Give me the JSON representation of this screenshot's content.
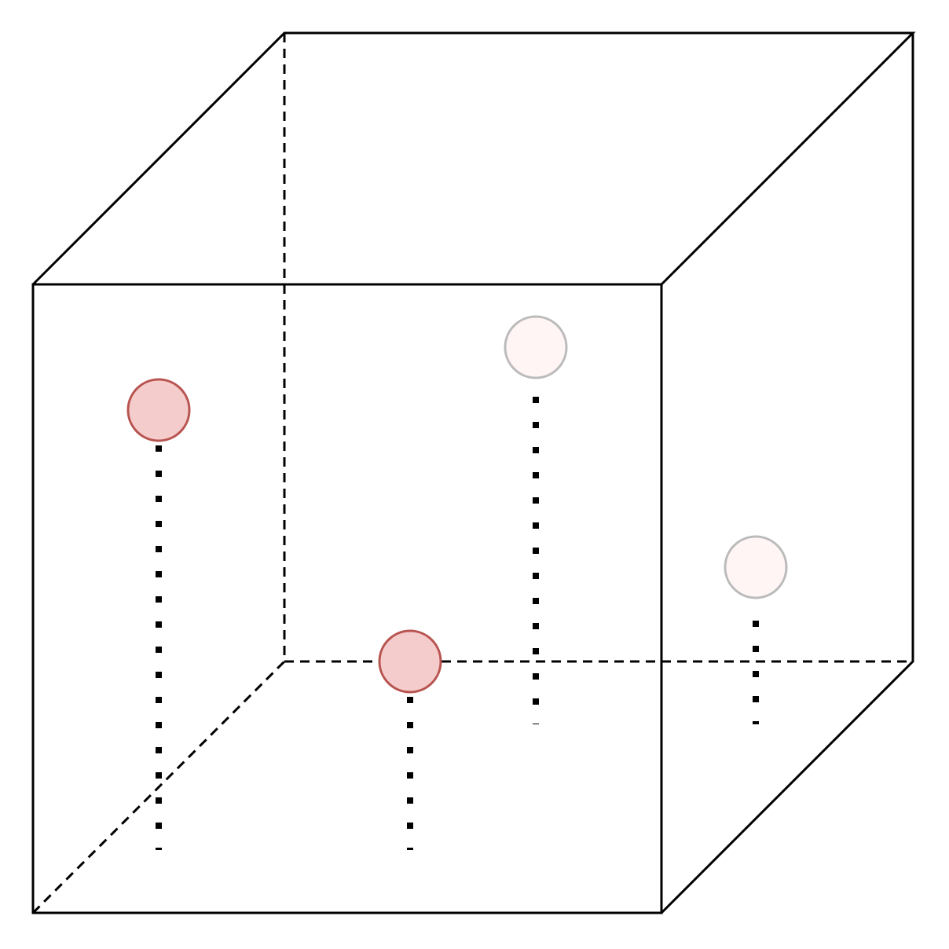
{
  "diagram": {
    "kind": "cube-with-points",
    "edge_color": "#000000",
    "points": [
      {
        "id": "front-left-upper",
        "style": "front",
        "fill": "#f5cccc",
        "stroke": "#b85450"
      },
      {
        "id": "front-center-low",
        "style": "front",
        "fill": "#f5cccc",
        "stroke": "#b85450"
      },
      {
        "id": "back-center-upper",
        "style": "back",
        "fill": "#fff5f4",
        "stroke": "#bbbbbb"
      },
      {
        "id": "back-right-middle",
        "style": "back",
        "fill": "#fff5f4",
        "stroke": "#bbbbbb"
      }
    ]
  }
}
